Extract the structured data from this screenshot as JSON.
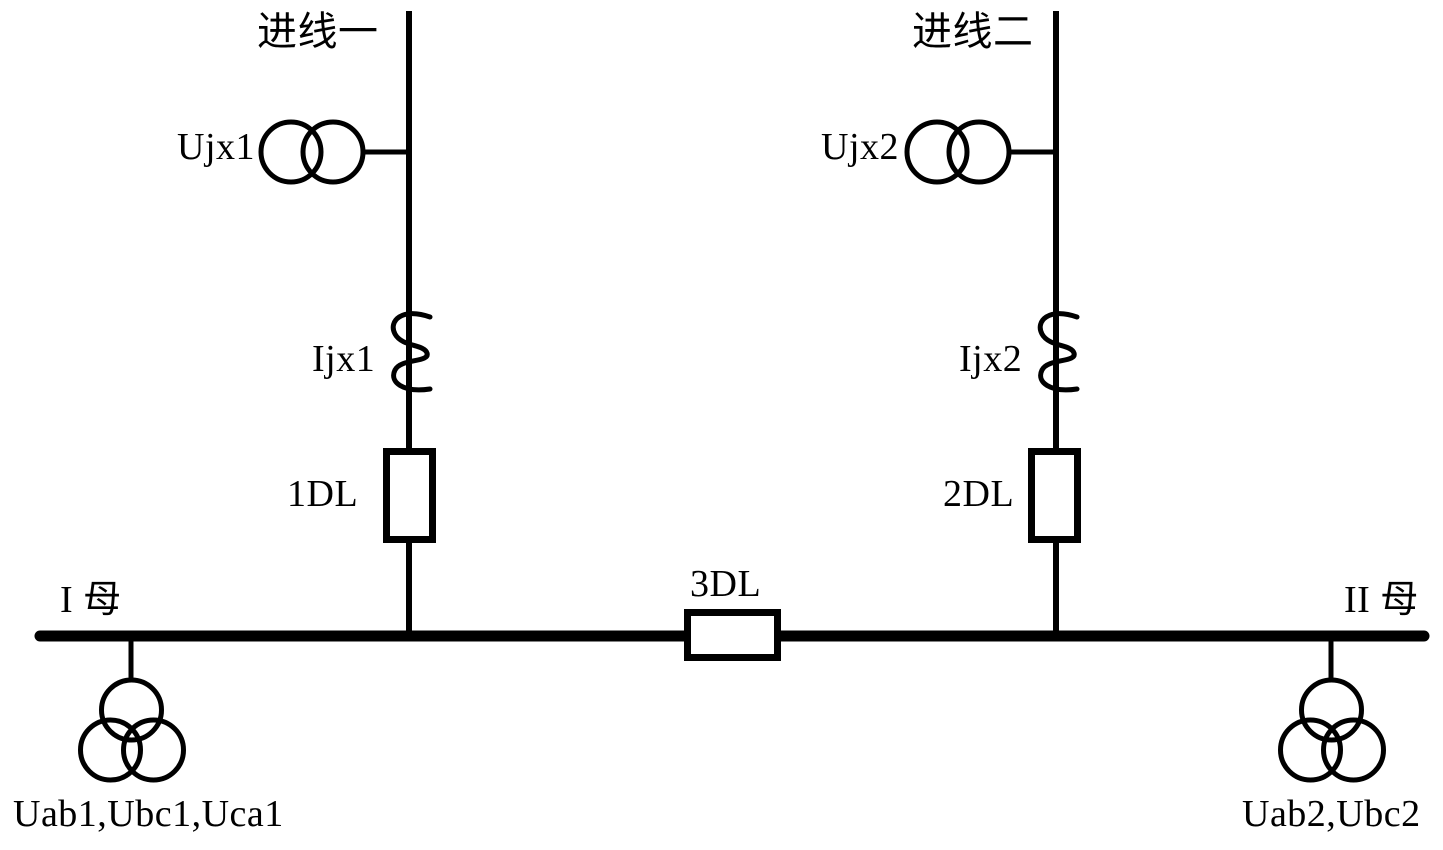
{
  "diagram": {
    "background": "#ffffff",
    "line_color": "#000000",
    "feeders": [
      {
        "name": "进线一",
        "voltage_transformer": "Ujx1",
        "current_transformer": "Ijx1",
        "breaker": "1DL"
      },
      {
        "name": "进线二",
        "voltage_transformer": "Ujx2",
        "current_transformer": "Ijx2",
        "breaker": "2DL"
      }
    ],
    "bus_tie": {
      "breaker": "3DL"
    },
    "buses": [
      {
        "name": "I 母",
        "pt_signals": "Uab1,Ubc1,Uca1"
      },
      {
        "name": "II 母",
        "pt_signals": "Uab2,Ubc2"
      }
    ]
  }
}
